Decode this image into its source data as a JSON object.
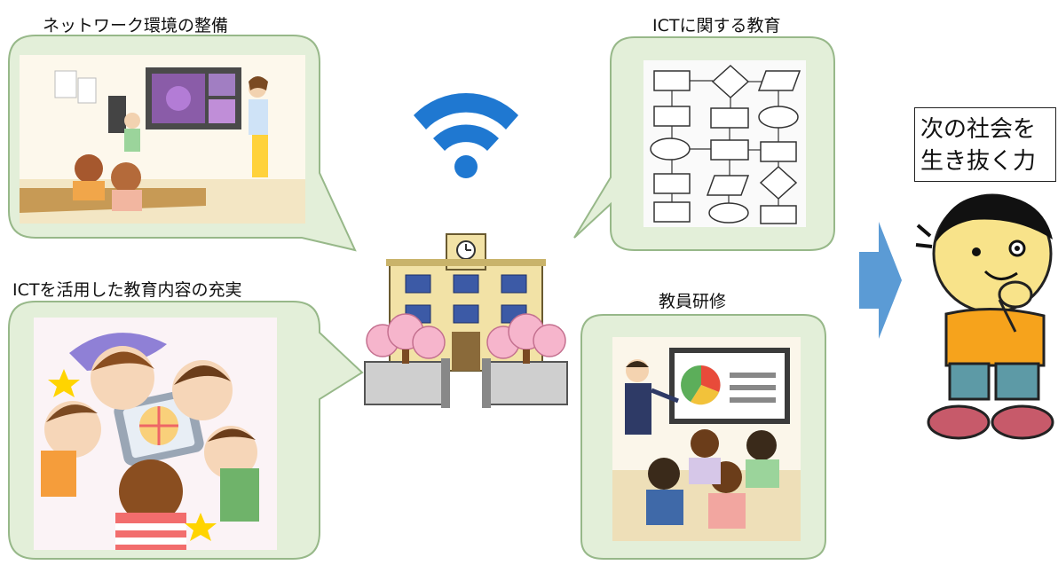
{
  "headings": {
    "network": "ネットワーク環境の整備",
    "ict_content": "ICTを活用した教育内容の充実",
    "ict_education": "ICTに関する教育",
    "teacher_training": "教員研修"
  },
  "outcome": {
    "line1": "次の社会を",
    "line2": "生き抜く力"
  },
  "colors": {
    "bubble_fill": "#e3efd9",
    "bubble_stroke": "#97b889",
    "arrow": "#5b9bd5",
    "wifi": "#1f78d1",
    "school_wall": "#f2e2a6",
    "sakura": "#f6b5cc"
  },
  "icons": [
    "wifi-icon",
    "school-icon",
    "right-arrow-icon",
    "thinking-boy-icon"
  ]
}
